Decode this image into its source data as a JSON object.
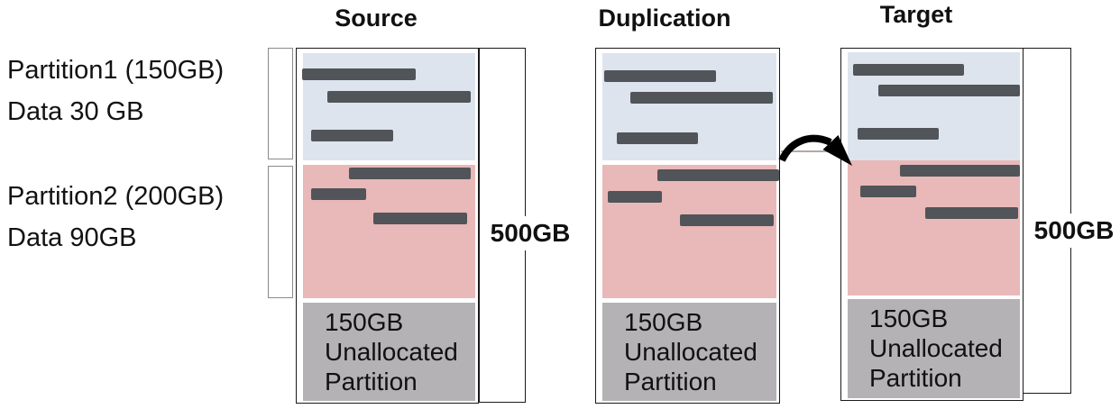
{
  "labels": {
    "partition1": {
      "line1": "Partition1 (150GB)",
      "line2": "Data 30 GB"
    },
    "partition2": {
      "line1": "Partition2 (200GB)",
      "line2": "Data 90GB"
    }
  },
  "columns": {
    "source": {
      "heading": "Source",
      "unallocated": [
        "150GB",
        "Unallocated",
        "Partition"
      ],
      "capacity": "500GB"
    },
    "duplication": {
      "heading": "Duplication",
      "unallocated": [
        "150GB",
        "Unallocated",
        "Partition"
      ]
    },
    "target": {
      "heading": "Target",
      "unallocated": [
        "150GB",
        "Unallocated",
        "Partition"
      ],
      "capacity": "500GB"
    }
  },
  "values": {
    "disk_total_gb": 500,
    "partition1_size_gb": 150,
    "partition1_data_gb": 30,
    "partition2_size_gb": 200,
    "partition2_data_gb": 90,
    "unallocated_gb": 150
  },
  "colors": {
    "partition1_fill": "#dde4ee",
    "partition2_fill": "#e9b8b8",
    "unallocated_fill": "#b4b2b4",
    "data_block": "#515459",
    "border": "#1a1a1a",
    "bracket_border": "#8a8a8a"
  }
}
